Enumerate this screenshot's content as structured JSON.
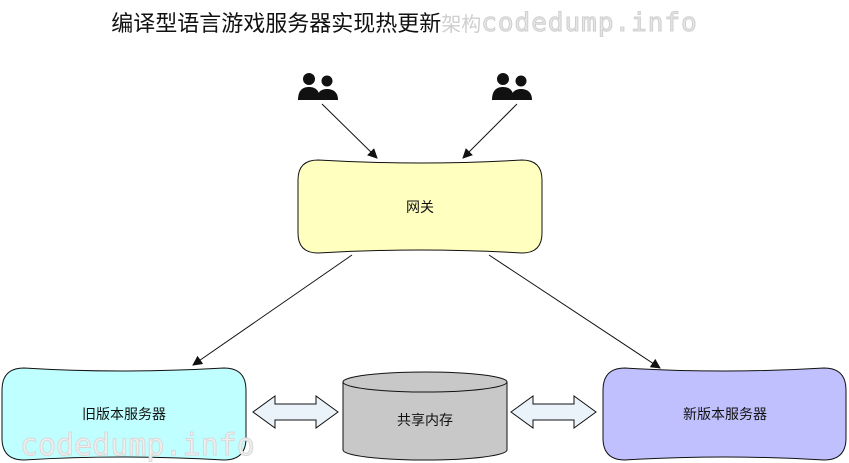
{
  "title": {
    "main": "编译型语言游戏服务器实现热更新",
    "suffix": "架构",
    "watermark": "codedump.info"
  },
  "nodes": {
    "gateway": "网关",
    "old_server": "旧版本服务器",
    "shared_memory": "共享内存",
    "new_server": "新版本服务器"
  },
  "icons": {
    "client_left": "users-icon",
    "client_right": "users-icon"
  },
  "colors": {
    "gateway": "#ffffc0",
    "old_server": "#c0ffff",
    "shared_memory": "#c8c8c8",
    "new_server": "#c0c0ff",
    "arrow_fill": "#eaf2fa"
  },
  "watermark_bottom": "codedump.info"
}
